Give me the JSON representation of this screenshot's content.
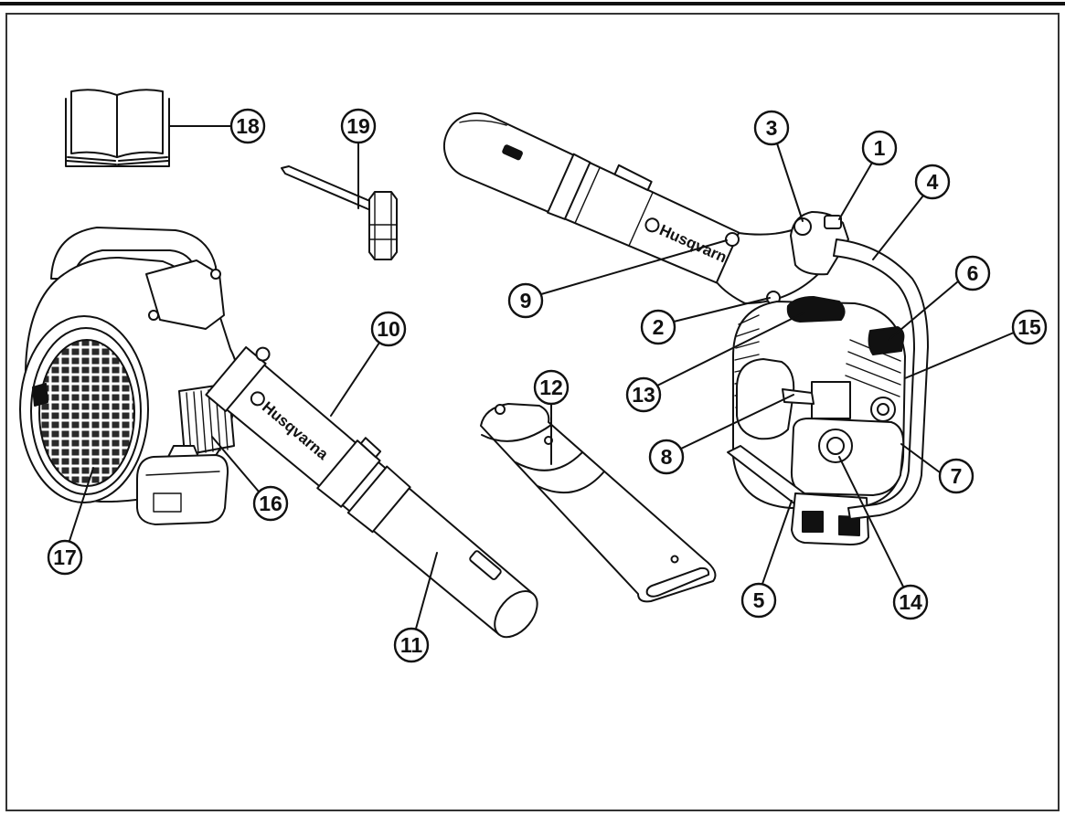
{
  "callouts": [
    "1",
    "2",
    "3",
    "4",
    "5",
    "6",
    "7",
    "8",
    "9",
    "10",
    "11",
    "12",
    "13",
    "14",
    "15",
    "16",
    "17",
    "18",
    "19"
  ],
  "brand": {
    "logo_text": "Husqvarna"
  },
  "colors": {
    "line": "#111111",
    "background": "#ffffff",
    "frame": "#333333"
  }
}
